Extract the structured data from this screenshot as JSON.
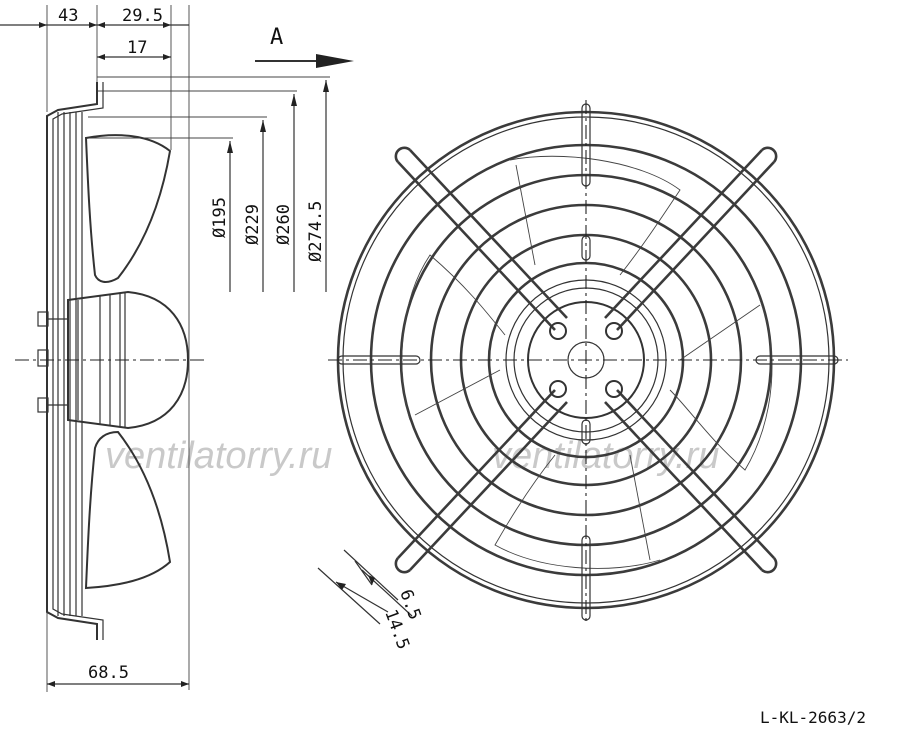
{
  "drawing": {
    "view_label": "A",
    "drawing_code": "L-KL-2663/2",
    "watermarks": [
      "ventilatorry.ru",
      "ventilatorry.ru"
    ],
    "side_view": {
      "width_top_1": "43",
      "width_top_2": "29.5",
      "width_top_3": "17",
      "width_bottom": "68.5",
      "diameters": [
        "Ø195",
        "Ø229",
        "Ø260",
        "Ø274.5"
      ]
    },
    "front_view": {
      "bracket_dims": [
        "6.5",
        "14.5"
      ]
    }
  }
}
